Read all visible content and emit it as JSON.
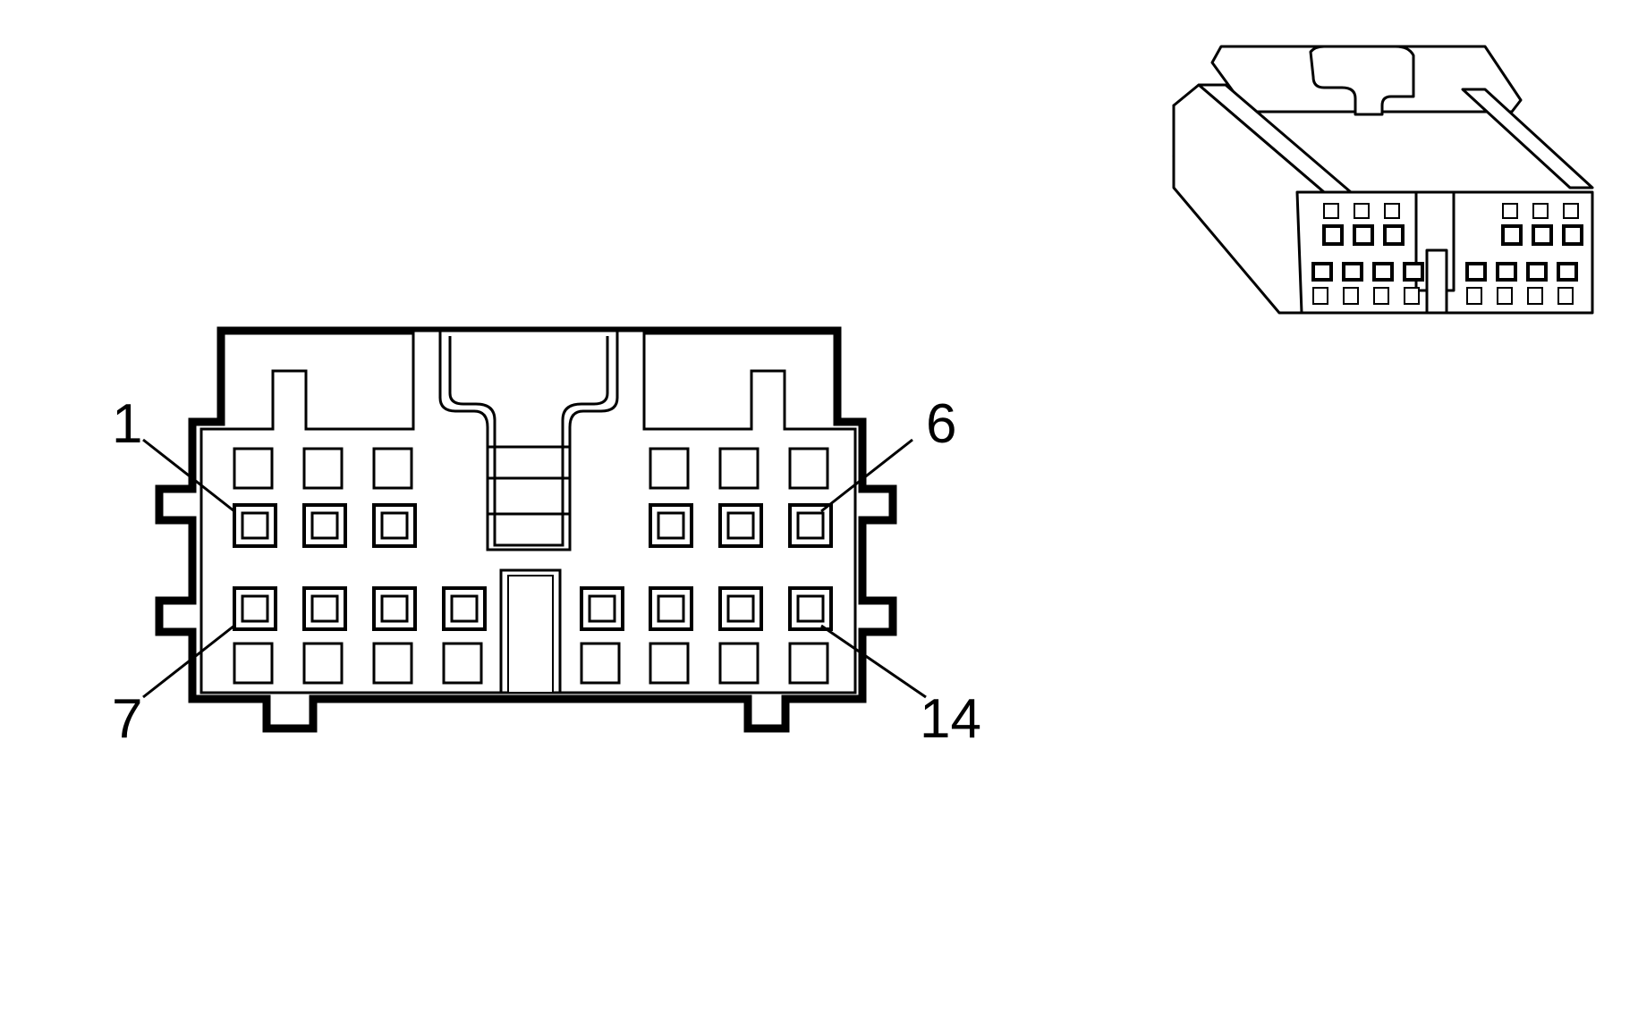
{
  "colors": {
    "line": "#000000",
    "background": "#ffffff"
  },
  "labels": {
    "pin_first_top": "1",
    "pin_last_top": "6",
    "pin_first_bottom": "7",
    "pin_last_bottom": "14"
  },
  "connector": {
    "top_row_pin_count": 6,
    "bottom_row_pin_count": 8
  }
}
